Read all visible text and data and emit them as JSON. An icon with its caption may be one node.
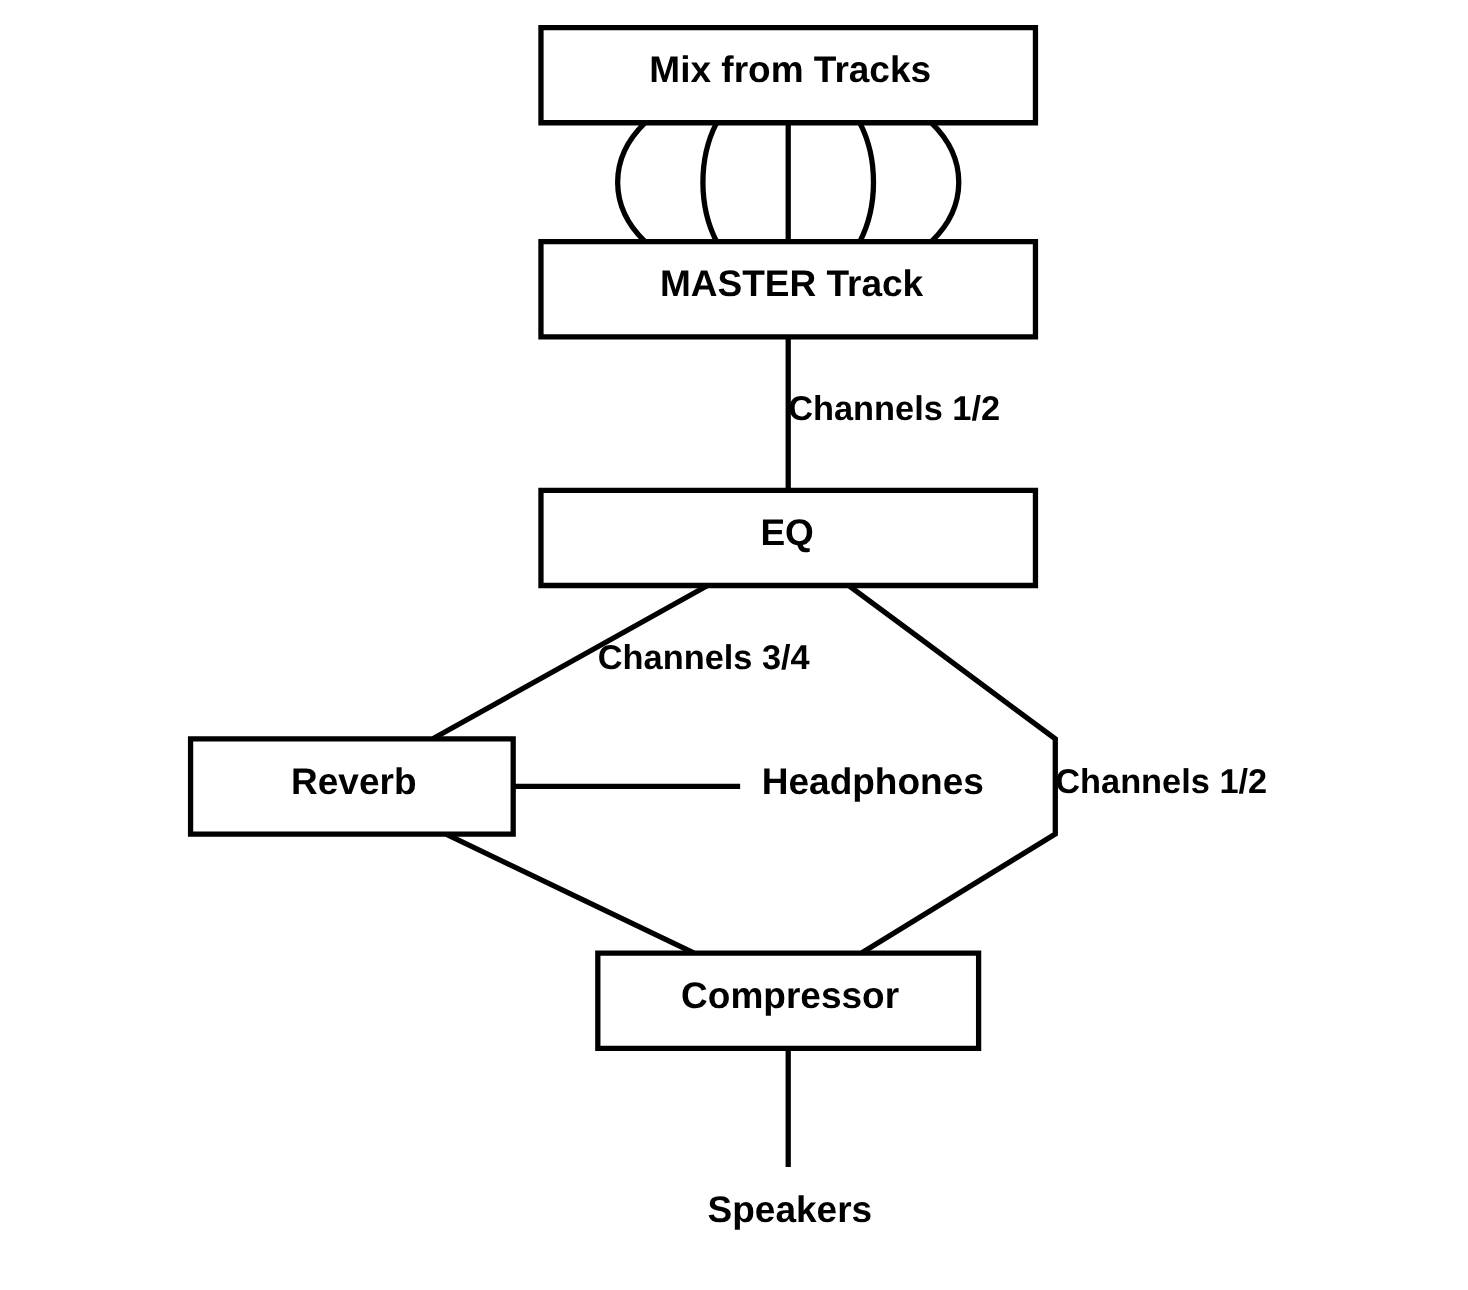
{
  "diagram": {
    "nodes": [
      {
        "text": [
          "Mix from Tracks"
        ]
      },
      {
        "text": [
          "MASTER Track"
        ]
      },
      {
        "text": [
          "EQ"
        ]
      },
      {
        "text": [
          "Reverb"
        ]
      },
      {
        "text": [
          "Headphones"
        ]
      },
      {
        "text": [
          "Compressor"
        ]
      },
      {
        "text": [
          "Speakers"
        ]
      }
    ],
    "edges": [
      {
        "from": 0,
        "to": 1,
        "arrow": "none"
      },
      {
        "from": 0,
        "to": 1,
        "arrow": "none"
      },
      {
        "from": 0,
        "to": 1,
        "arrow": "none"
      },
      {
        "from": 0,
        "to": 1,
        "arrow": "none"
      },
      {
        "from": 0,
        "to": 1,
        "arrow": "none"
      },
      {
        "from": 1,
        "to": 2,
        "label": "Channels 1/2",
        "arrow": "none"
      },
      {
        "from": 2,
        "to": 5,
        "label": "Channels 1/2",
        "arrow": "none"
      },
      {
        "from": 2,
        "to": 3,
        "label": "Channels 3/4",
        "arrow": "none"
      },
      {
        "from": 3,
        "to": 4,
        "arrow": "none"
      },
      {
        "from": 3,
        "to": 5,
        "arrow": "none"
      },
      {
        "from": 5,
        "to": 6,
        "arrow": "none"
      }
    ]
  }
}
